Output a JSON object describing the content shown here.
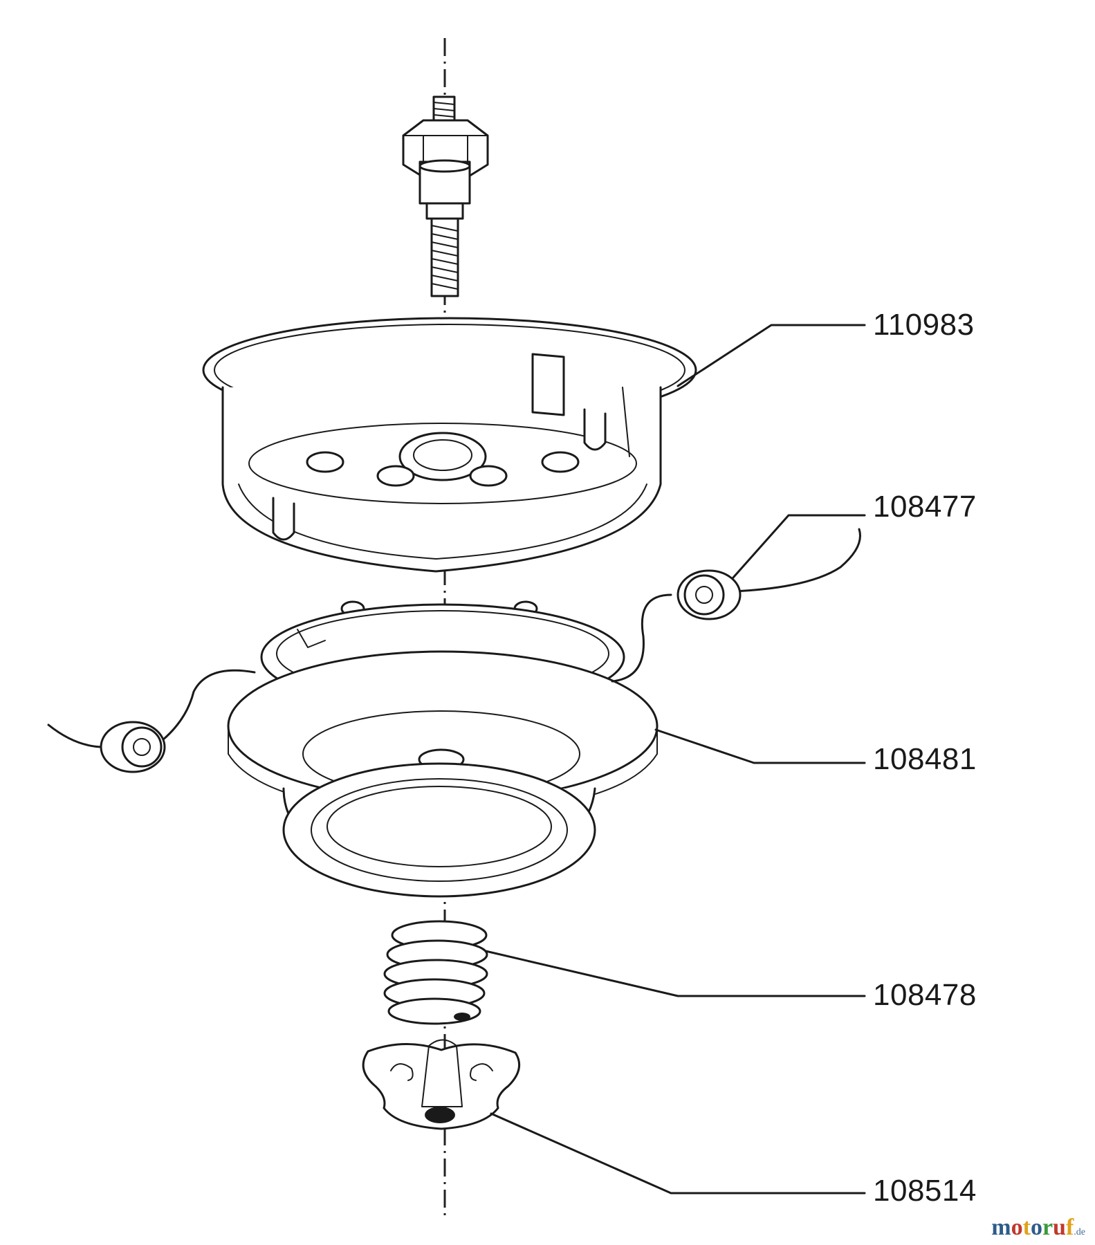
{
  "diagram": {
    "parts": [
      {
        "id": "110983",
        "label": "110983",
        "description_key": "upper-housing"
      },
      {
        "id": "108477",
        "label": "108477",
        "description_key": "eyelet"
      },
      {
        "id": "108481",
        "label": "108481",
        "description_key": "line-spool"
      },
      {
        "id": "108478",
        "label": "108478",
        "description_key": "spring"
      },
      {
        "id": "108514",
        "label": "108514",
        "description_key": "bump-knob"
      }
    ],
    "line_color": "#1a1a1a",
    "background_color": "#ffffff"
  },
  "watermark": {
    "letters": [
      {
        "ch": "m",
        "color": "#2e5c8a"
      },
      {
        "ch": "o",
        "color": "#c0392b"
      },
      {
        "ch": "t",
        "color": "#e2a21a"
      },
      {
        "ch": "o",
        "color": "#2e5c8a"
      },
      {
        "ch": "r",
        "color": "#3a9a3a"
      },
      {
        "ch": "u",
        "color": "#c0392b"
      },
      {
        "ch": "f",
        "color": "#e2a21a"
      }
    ],
    "suffix": ".de"
  }
}
